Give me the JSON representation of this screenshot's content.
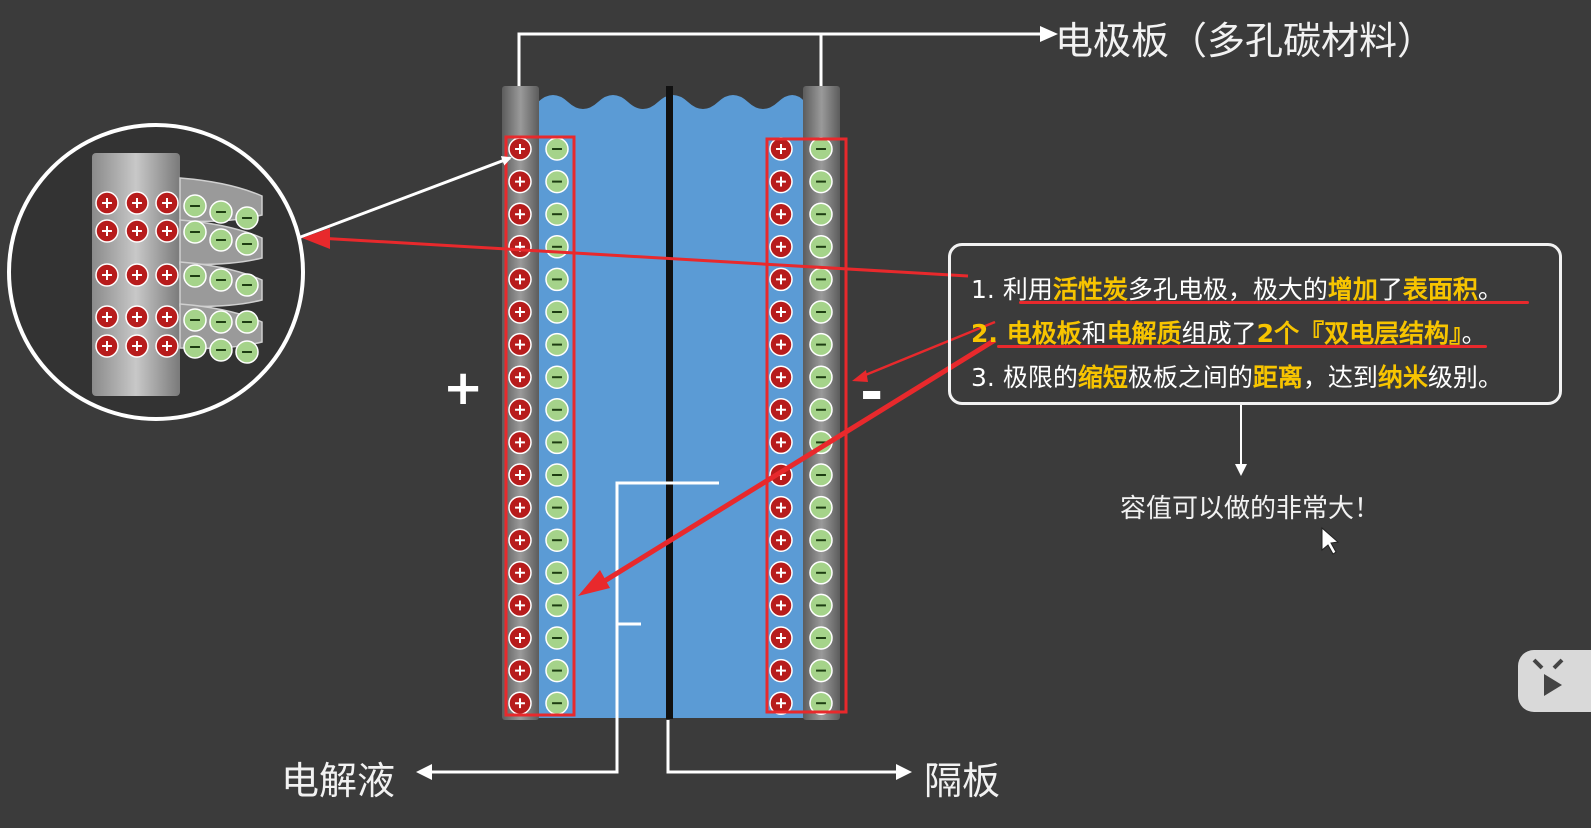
{
  "labels": {
    "electrode": "电极板（多孔碳材料）",
    "electrolyte": "电解液",
    "separator": "隔板",
    "conclusion": "容值可以做的非常大！",
    "positive": "+",
    "negative": "-"
  },
  "points": [
    {
      "num": "1. ",
      "parts": [
        {
          "t": "利用",
          "hl": false
        },
        {
          "t": "活性炭",
          "hl": true
        },
        {
          "t": "多孔电极，极大的",
          "hl": false
        },
        {
          "t": "增加",
          "hl": true
        },
        {
          "t": "了",
          "hl": false
        },
        {
          "t": "表面积",
          "hl": true
        },
        {
          "t": "。",
          "hl": false
        }
      ]
    },
    {
      "num": "2. ",
      "parts": [
        {
          "t": "电极板",
          "hl": true
        },
        {
          "t": "和",
          "hl": false
        },
        {
          "t": "电解质",
          "hl": true
        },
        {
          "t": "组成了",
          "hl": false
        },
        {
          "t": "2个『双电层结构』",
          "hl": true
        },
        {
          "t": "。",
          "hl": false
        }
      ]
    },
    {
      "num": "3. ",
      "parts": [
        {
          "t": "极限的",
          "hl": false
        },
        {
          "t": "缩短",
          "hl": true
        },
        {
          "t": "极板之间的",
          "hl": false
        },
        {
          "t": "距离",
          "hl": true
        },
        {
          "t": "，达到",
          "hl": false
        },
        {
          "t": "纳米",
          "hl": true
        },
        {
          "t": "级别。",
          "hl": false
        }
      ]
    }
  ],
  "colors": {
    "background": "#3b3b3b",
    "electrolyte": "#5b9bd5",
    "positive_ion": "#b71c1c",
    "negative_ion": "#a5d38a",
    "highlight": "#f7c400",
    "accent_red": "#e8292c"
  },
  "icons": [
    "cursor-icon",
    "bilibili-tv-icon"
  ]
}
